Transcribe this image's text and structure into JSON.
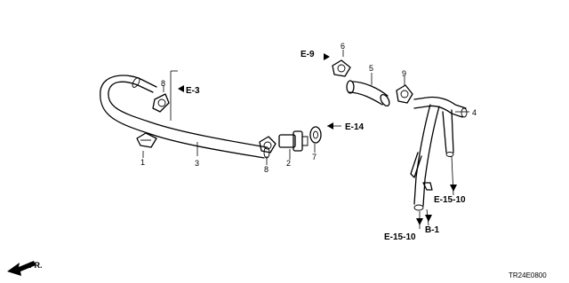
{
  "diagram_code": "TR24E0800",
  "direction_label": "FR.",
  "part_numbers": {
    "p1": "1",
    "p2": "2",
    "p3": "3",
    "p4": "4",
    "p5": "5",
    "p6": "6",
    "p7": "7",
    "p8a": "8",
    "p8b": "8",
    "p9": "9"
  },
  "references": {
    "e3": "E-3",
    "e9": "E-9",
    "e14": "E-14",
    "e15_10_right": "E-15-10",
    "e15_10_bottom": "E-15-10",
    "b1": "B-1"
  }
}
